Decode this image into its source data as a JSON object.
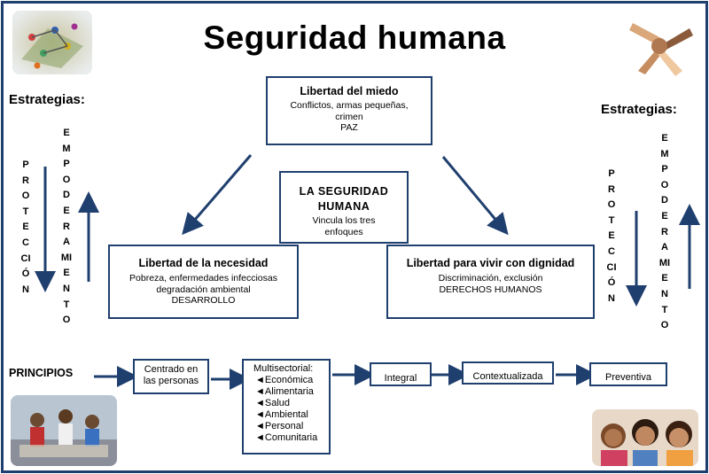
{
  "title": "Seguridad humana",
  "left": {
    "strategies_label": "Estrategias:",
    "proteccion": "PROTECCIÓN",
    "empoderamiento": "EMPODERAMIENTO"
  },
  "right": {
    "strategies_label": "Estrategias:",
    "proteccion": "PROTECCIÓN",
    "empoderamiento": "EMPODERAMIENTO"
  },
  "miedo": {
    "title": "Libertad del miedo",
    "line1": "Conflictos, armas pequeñas,",
    "line2": "crimen",
    "line3": "PAZ"
  },
  "center": {
    "title1": "LA SEGURIDAD",
    "title2": "HUMANA",
    "line1": "Vincula los tres",
    "line2": "enfoques"
  },
  "necesidad": {
    "title": "Libertad de la necesidad",
    "line1": "Pobreza, enfermedades infecciosas",
    "line2": "degradación ambiental",
    "line3": "DESARROLLO"
  },
  "dignidad": {
    "title": "Libertad para vivir con dignidad",
    "line1": "Discriminación, exclusión",
    "line2": "DERECHOS HUMANOS"
  },
  "principles": {
    "label": "PRINCIPIOS",
    "centrado1": "Centrado en",
    "centrado2": "las personas",
    "multisectorial": {
      "title": "Multisectorial:",
      "items": [
        "◄Económica",
        "◄Alimentaria",
        "◄Salud",
        "◄Ambiental",
        "◄Personal",
        "◄Comunitaria"
      ]
    },
    "integral": "Integral",
    "contextualizada": "Contextualizada",
    "preventiva": "Preventiva"
  },
  "colors": {
    "border": "#1f3f6e",
    "arrow": "#1f3f6e"
  }
}
